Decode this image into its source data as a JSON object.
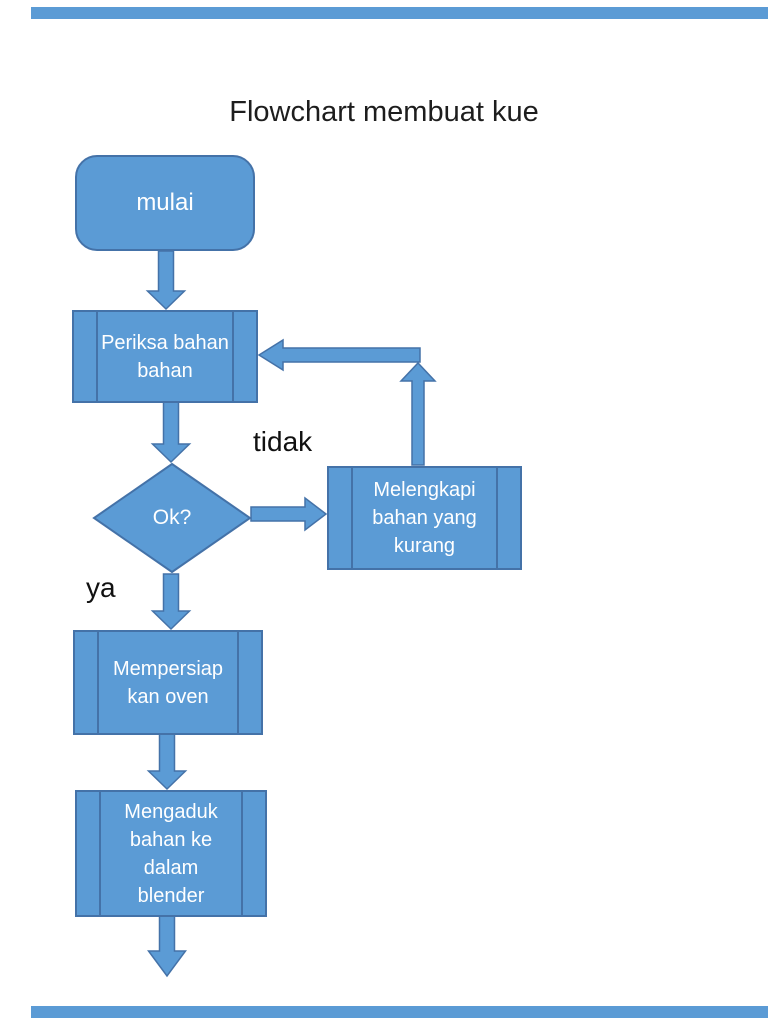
{
  "title": "Flowchart membuat kue",
  "colors": {
    "shape_fill": "#5B9BD5",
    "shape_border": "#4472A8",
    "shape_text": "#FFFFFF",
    "label_text": "#111111",
    "background": "#FFFFFF"
  },
  "flowchart": {
    "start": {
      "label": "mulai"
    },
    "check_ingredients": {
      "line1": "Periksa bahan",
      "line2": "bahan"
    },
    "decision": {
      "label": "Ok?"
    },
    "complete_missing": {
      "line1": "Melengkapi",
      "line2": "bahan yang",
      "line3": "kurang"
    },
    "prepare_oven": {
      "line1": "Mempersiap",
      "line2": "kan oven"
    },
    "mix_blender": {
      "line1": "Mengaduk",
      "line2": "bahan ke",
      "line3": "dalam",
      "line4": "blender"
    },
    "branch_no_label": "tidak",
    "branch_yes_label": "ya"
  }
}
